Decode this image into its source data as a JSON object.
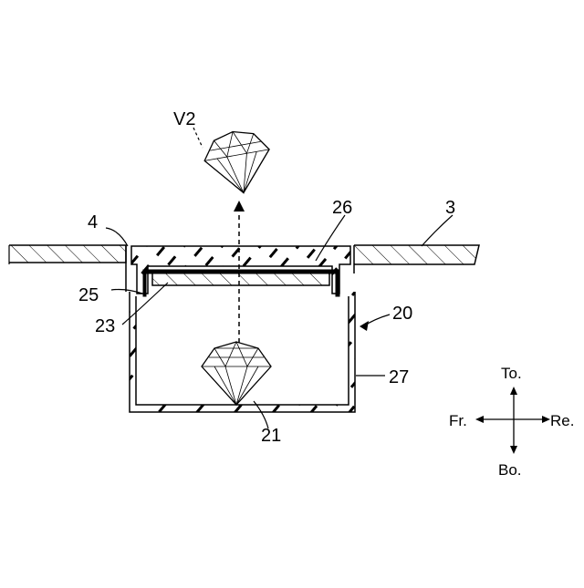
{
  "labels": {
    "v2": "V2",
    "ref_4": "4",
    "ref_26": "26",
    "ref_3": "3",
    "ref_25": "25",
    "ref_23": "23",
    "ref_20": "20",
    "ref_27": "27",
    "ref_21": "21"
  },
  "directions": {
    "top": "To.",
    "front": "Fr.",
    "rear": "Re.",
    "bottom": "Bo."
  },
  "icons": {
    "gem": "diamond-gem-icon",
    "compass": "direction-cross-icon"
  }
}
